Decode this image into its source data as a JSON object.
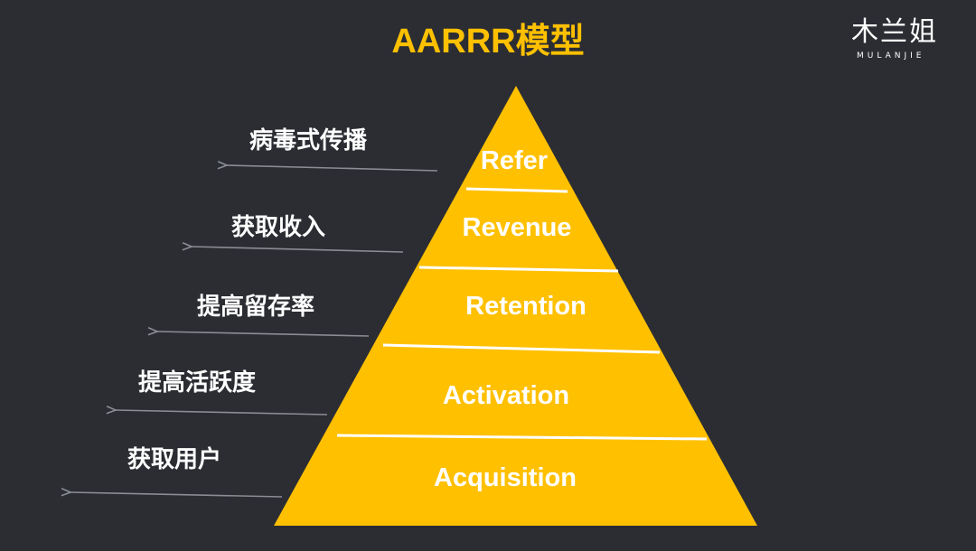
{
  "title": "AARRR模型",
  "logo": {
    "main": "木兰姐",
    "sub": "MULANJIE"
  },
  "colors": {
    "background": "#2b2d33",
    "accent": "#ffc000",
    "text": "#ffffff",
    "arrow": "#8a8d93"
  },
  "tiers": [
    {
      "label": "Refer",
      "description": "病毒式传播"
    },
    {
      "label": "Revenue",
      "description": "获取收入"
    },
    {
      "label": "Retention",
      "description": "提高留存率"
    },
    {
      "label": "Activation",
      "description": "提高活跃度"
    },
    {
      "label": "Acquisition",
      "description": "获取用户"
    }
  ]
}
